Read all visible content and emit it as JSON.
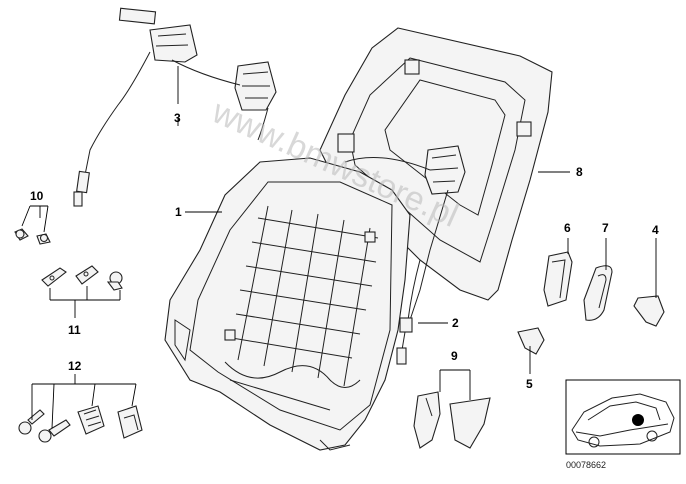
{
  "watermark": "www.bmwstore.pl",
  "callouts": {
    "p1": "1",
    "p2": "2",
    "p3": "3",
    "p4": "4",
    "p5": "5",
    "p6": "6",
    "p7": "7",
    "p8": "8",
    "p9": "9",
    "p10": "10",
    "p11": "11",
    "p12": "12"
  },
  "diagram_number": "00078662",
  "colors": {
    "ink": "#000000",
    "watermark": "#b8b8b8",
    "part_fill": "#f4f4f4"
  }
}
